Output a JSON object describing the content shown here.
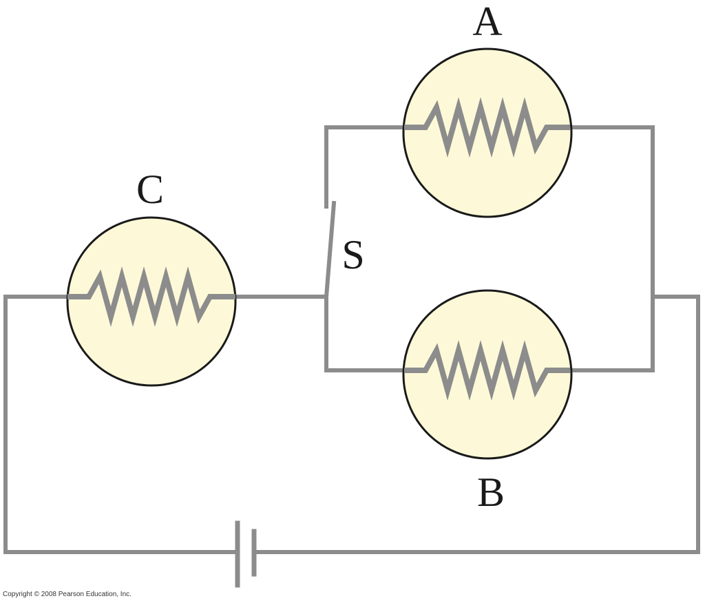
{
  "labels": {
    "bulb_a": "A",
    "bulb_b": "B",
    "bulb_c": "C",
    "switch": "S"
  },
  "copyright": "Copyright © 2008 Pearson Education, Inc.",
  "colors": {
    "wire": "#8c8c8c",
    "bulb_fill": "#fdf9d8",
    "bulb_outline": "#1a1a1a",
    "label": "#1a1a1a"
  }
}
